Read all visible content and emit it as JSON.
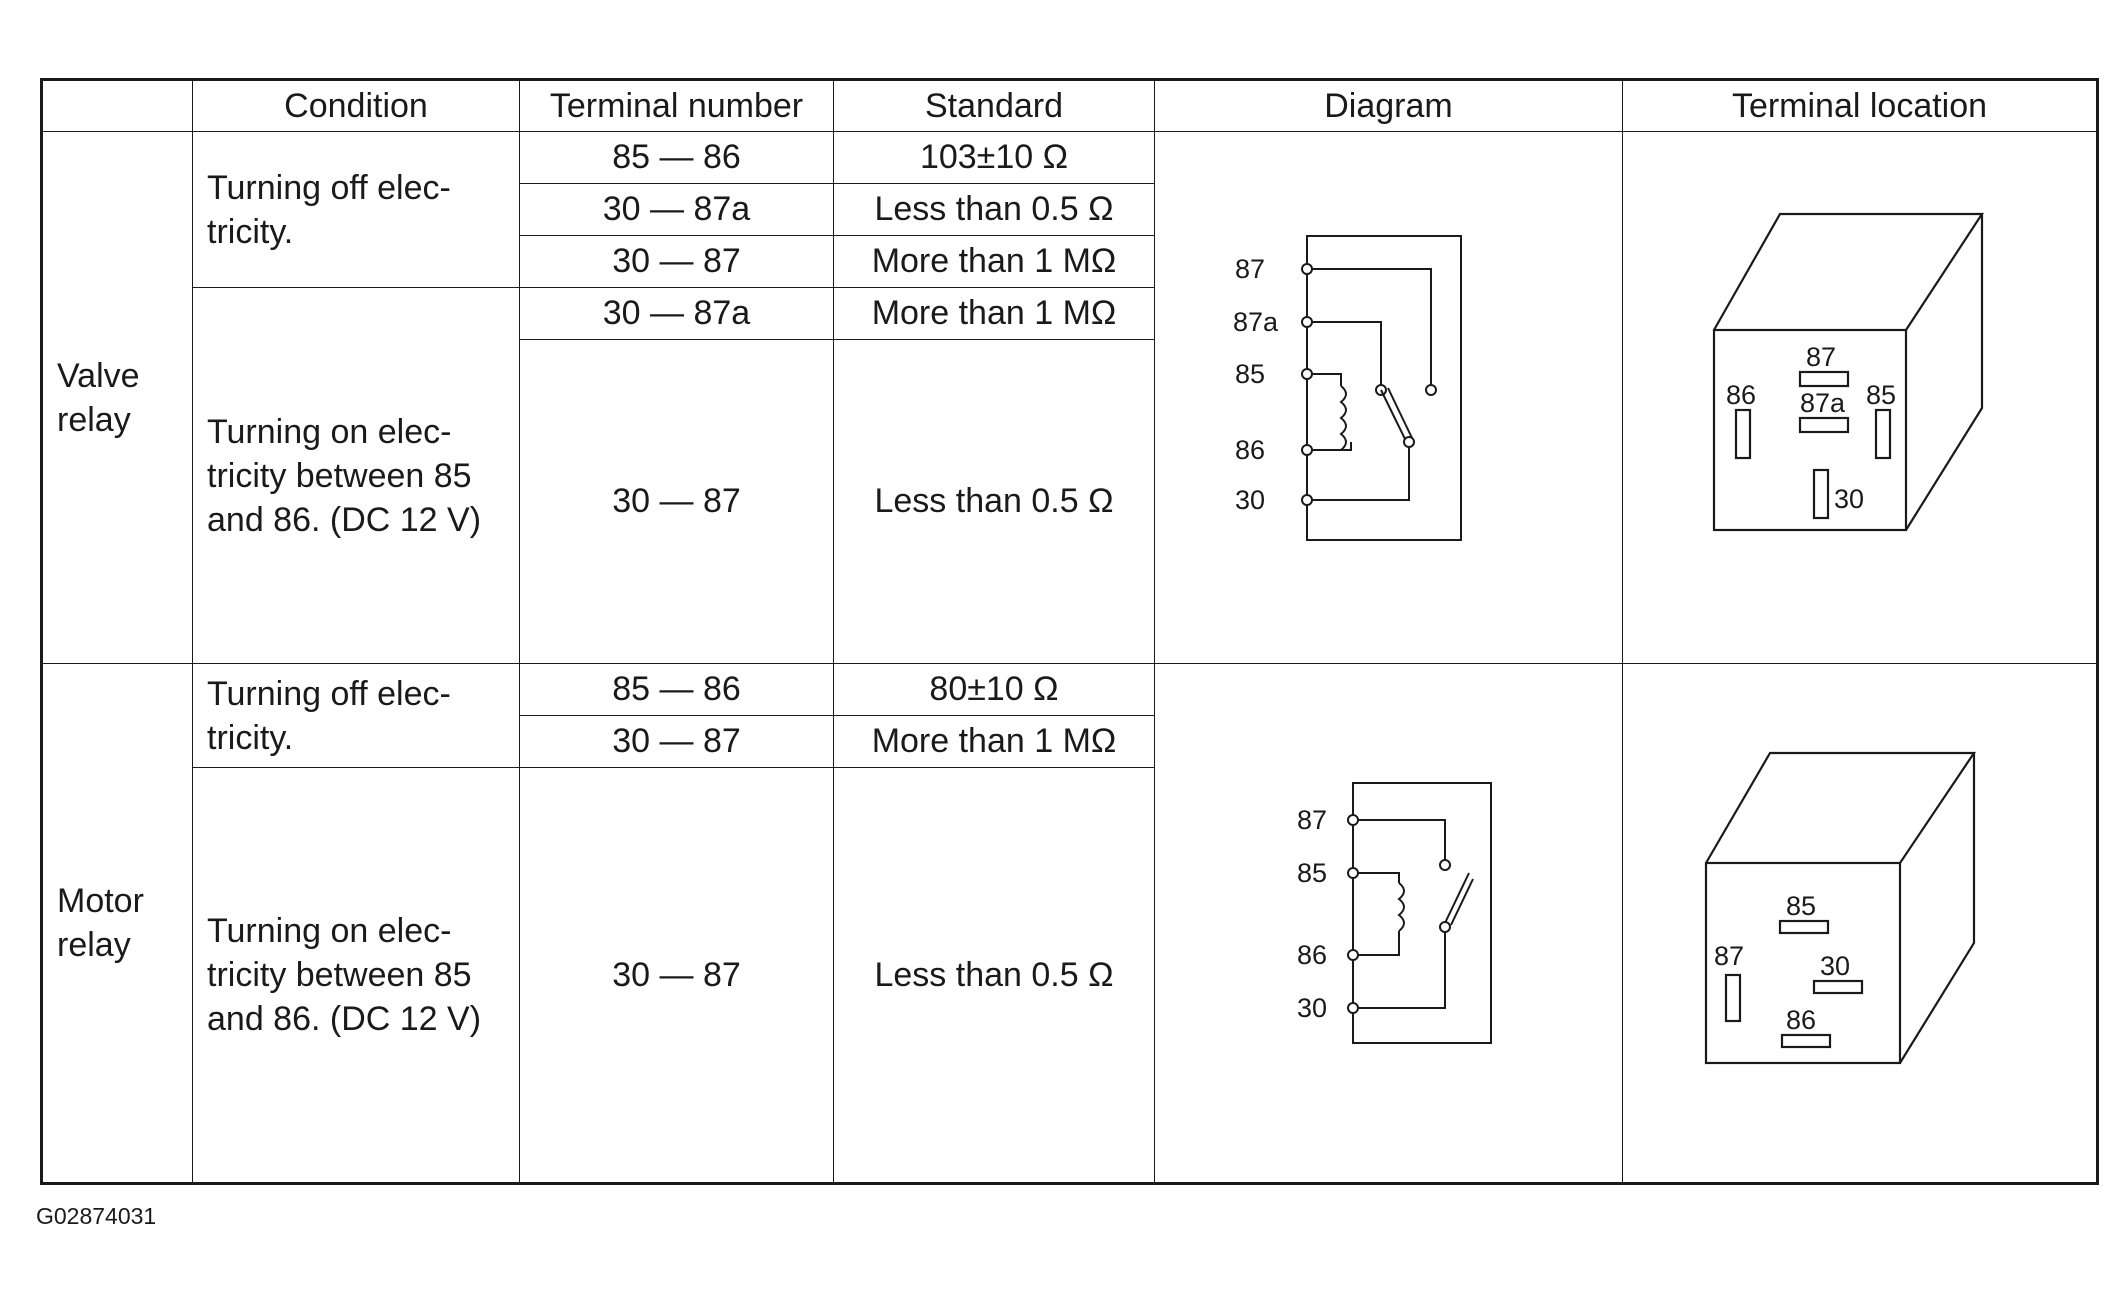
{
  "headers": {
    "blank": "",
    "condition": "Condition",
    "terminal_number": "Terminal number",
    "standard": "Standard",
    "diagram": "Diagram",
    "terminal_location": "Terminal location"
  },
  "valve_relay": {
    "label": "Valve\nrelay",
    "off": {
      "condition": "Turning off elec-\ntricity.",
      "rows": [
        {
          "terminal": "85 — 86",
          "standard": "103±10 Ω"
        },
        {
          "terminal": "30 — 87a",
          "standard": "Less than 0.5 Ω"
        },
        {
          "terminal": "30 — 87",
          "standard": "More than 1 MΩ"
        }
      ]
    },
    "on": {
      "condition": "Turning on elec-\ntricity between 85\nand 86. (DC 12 V)",
      "rows": [
        {
          "terminal": "30 — 87a",
          "standard": "More than 1 MΩ"
        },
        {
          "terminal": "30 — 87",
          "standard": "Less than 0.5 Ω"
        }
      ]
    },
    "diagram_terminals": [
      "87",
      "87a",
      "85",
      "86",
      "30"
    ],
    "location_terminals": [
      "87",
      "86",
      "87a",
      "85",
      "30"
    ]
  },
  "motor_relay": {
    "label": "Motor\nrelay",
    "off": {
      "condition": "Turning off elec-\ntricity.",
      "rows": [
        {
          "terminal": "85 — 86",
          "standard": "80±10 Ω"
        },
        {
          "terminal": "30 — 87",
          "standard": "More than 1 MΩ"
        }
      ]
    },
    "on": {
      "condition": "Turning on elec-\ntricity between 85\nand 86. (DC 12 V)",
      "rows": [
        {
          "terminal": "30 — 87",
          "standard": "Less than 0.5 Ω"
        }
      ]
    },
    "diagram_terminals": [
      "87",
      "85",
      "86",
      "30"
    ],
    "location_terminals": [
      "85",
      "87",
      "30",
      "86"
    ]
  },
  "figure_id": "G02874031"
}
